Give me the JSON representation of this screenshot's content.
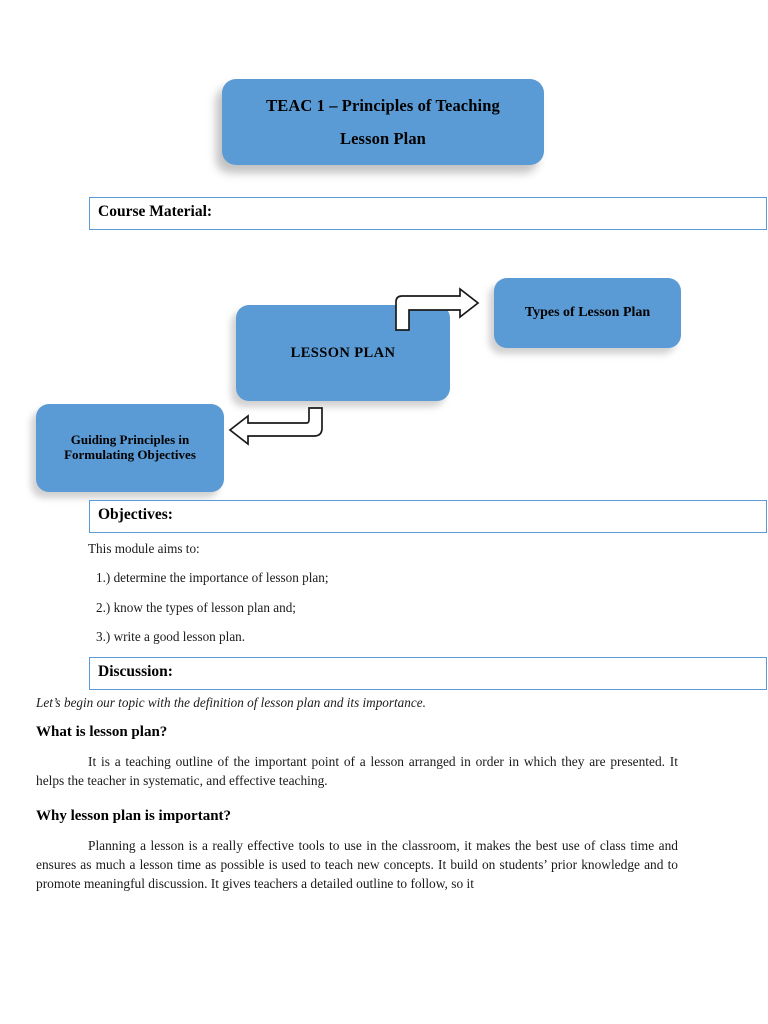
{
  "document": {
    "title_shape": {
      "line1": "TEAC 1 – Principles of Teaching",
      "line2": "Lesson Plan"
    },
    "sections": {
      "course_material_label": "Course Material:",
      "objectives_label": "Objectives:",
      "discussion_label": "Discussion:"
    },
    "diagram": {
      "center_node": "LESSON PLAN",
      "right_node": "Types of Lesson Plan",
      "left_node": "Guiding Principles in Formulating Objectives",
      "arrow_up_right": "bent-arrow-right",
      "arrow_down_left": "bent-arrow-left"
    },
    "objectives": {
      "intro": "This module aims to:",
      "items": [
        "1.) determine the importance of lesson plan;",
        "2.) know the types of lesson plan and;",
        "3.) write a good lesson plan."
      ]
    },
    "discussion": {
      "lead_in": "Let’s begin our topic with the definition of lesson plan and its importance.",
      "question_1": "What is lesson plan?",
      "answer_1": "It is a teaching outline of the important point of a lesson arranged in order in which they are presented. It helps the teacher in systematic, and effective teaching.",
      "question_2": "Why lesson plan is important?",
      "answer_2": "Planning a lesson is a really effective tools to use in the classroom, it makes the best use of class time and ensures as much a lesson time as possible is used to teach new concepts. It build on students’ prior knowledge and to promote meaningful discussion. It gives teachers a detailed outline to follow, so it"
    },
    "colors": {
      "shape_fill": "#5B9BD5",
      "box_border": "#5B9BD5",
      "text": "#1a1a1a",
      "page_background": "#ffffff"
    }
  }
}
